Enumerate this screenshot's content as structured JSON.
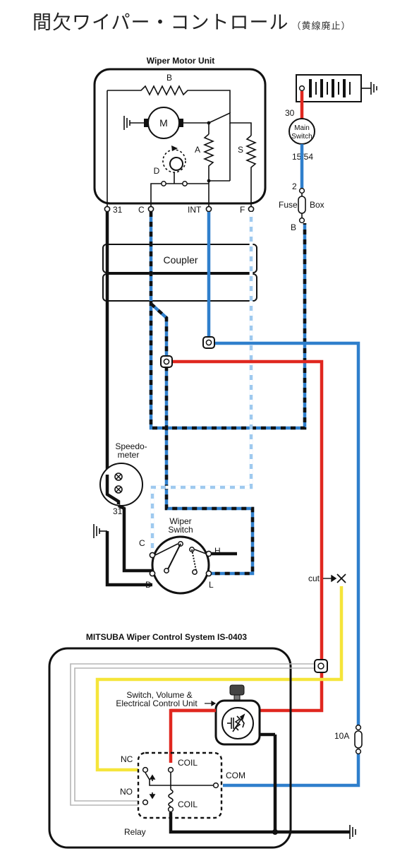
{
  "title": {
    "main": "間欠ワイパー・コントロール",
    "note": "（黄線廃止）"
  },
  "wiper_motor_unit": {
    "heading": "Wiper Motor Unit",
    "motor": "M",
    "resistor_b": "B",
    "resistor_a": "A",
    "resistor_s": "S",
    "contact_d": "D",
    "terminals": {
      "t31": "31",
      "c": "C",
      "int": "INT",
      "f": "F"
    }
  },
  "coupler": "Coupler",
  "main_switch": {
    "line1": "Main",
    "line2": "Switch",
    "in": "30",
    "out": "15/54"
  },
  "fuse_box": {
    "in": "2",
    "left": "Fuse",
    "right": "Box",
    "out": "B"
  },
  "speedometer": {
    "line1": "Speedo-",
    "line2": "meter",
    "terminal": "31"
  },
  "wiper_switch": {
    "line1": "Wiper",
    "line2": "Switch",
    "c": "C",
    "h": "H",
    "d": "D",
    "l": "L"
  },
  "cut_label": "cut",
  "control_system": {
    "heading": "MITSUBA Wiper Control System IS-0403",
    "unit_line1": "Switch, Volume &",
    "unit_line2": "Electrical Control Unit",
    "relay": {
      "label": "Relay",
      "nc": "NC",
      "no": "NO",
      "coil_top": "COIL",
      "coil_bottom": "COIL",
      "com": "COM"
    }
  },
  "fuse_10a": "10A",
  "colors": {
    "red": "#e0271f",
    "blue": "#2f7fcc",
    "light_blue": "#9ec9ef",
    "yellow": "#f5e53a",
    "black": "#111111",
    "gray": "#b5b5b5"
  }
}
